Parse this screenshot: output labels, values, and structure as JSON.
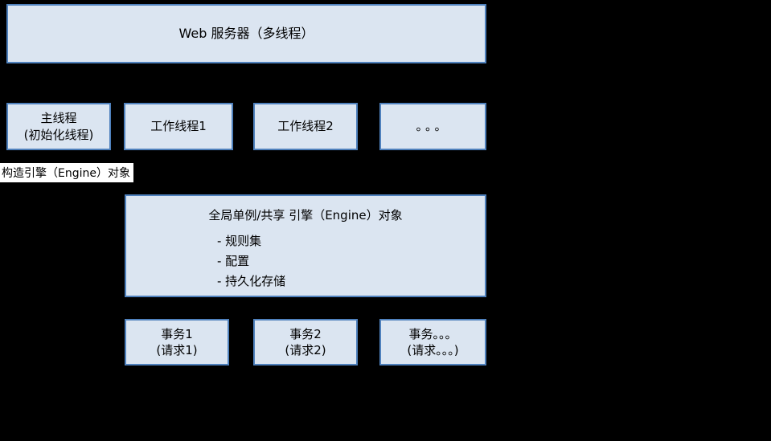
{
  "colors": {
    "background": "#000000",
    "box_fill": "#dbe5f1",
    "box_border": "#4f81bd",
    "label_background": "#ffffff",
    "text": "#000000"
  },
  "web_server": {
    "label": "Web 服务器（多线程）"
  },
  "threads": [
    {
      "line1": "主线程",
      "line2": "(初始化线程)"
    },
    {
      "line1": "工作线程1"
    },
    {
      "line1": "工作线程2"
    },
    {
      "line1": "。。。"
    }
  ],
  "construct_label": "构造引擎（Engine）对象",
  "engine": {
    "title": "全局单例/共享 引擎（Engine）对象",
    "bullets": [
      "- 规则集",
      "- 配置",
      "- 持久化存储"
    ]
  },
  "transactions": [
    {
      "line1": "事务1",
      "line2": "(请求1)"
    },
    {
      "line1": "事务2",
      "line2": "(请求2)"
    },
    {
      "line1": "事务。。。",
      "line2": "(请求。。。)"
    }
  ]
}
